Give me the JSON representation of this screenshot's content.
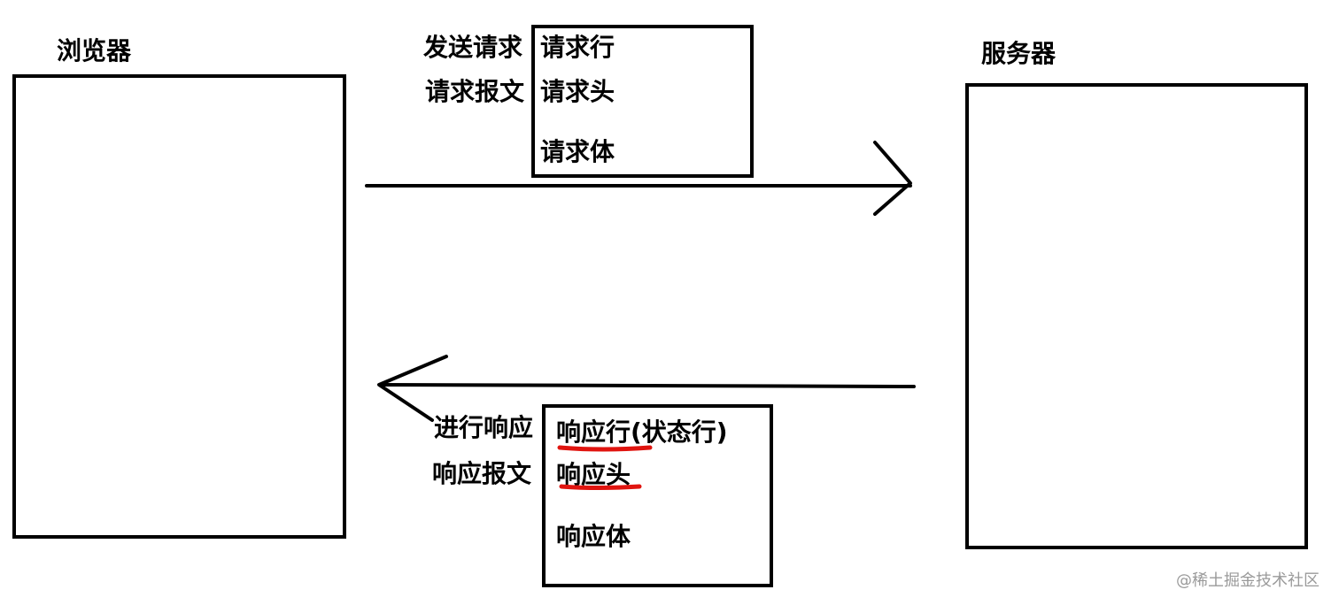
{
  "browser": {
    "title": "浏览器"
  },
  "server": {
    "title": "服务器"
  },
  "request": {
    "label_line1": "发送请求",
    "label_line2": "请求报文",
    "items": [
      "请求行",
      "请求头",
      "请求体"
    ]
  },
  "response": {
    "label_line1": "进行响应",
    "label_line2": "响应报文",
    "items": [
      "响应行(状态行)",
      "响应头",
      "响应体"
    ]
  },
  "colors": {
    "line": "#000000",
    "underline": "#e0140f"
  },
  "watermark": "@稀土掘金技术社区"
}
